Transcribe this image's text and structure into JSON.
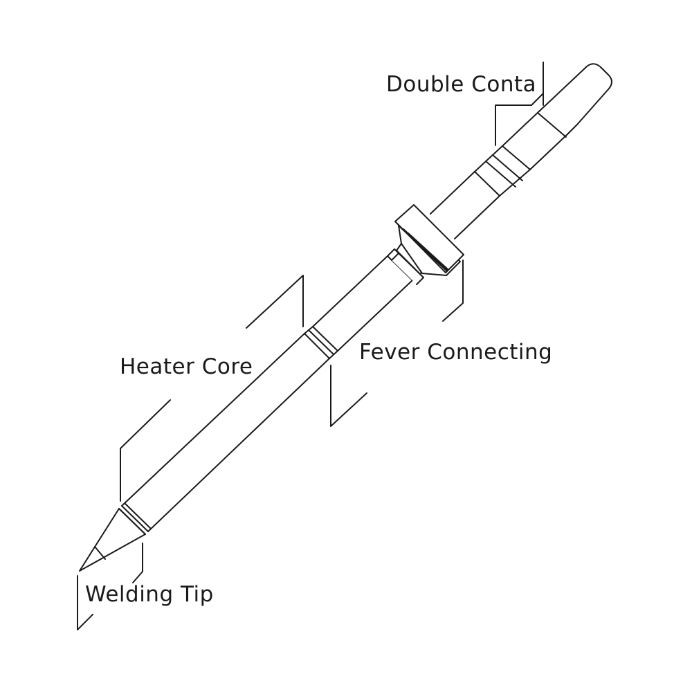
{
  "labels": {
    "double_contact": "Double Conta",
    "fever_connecting": "Fever Connecting",
    "heater_core": "Heater Core",
    "welding_tip": "Welding Tip"
  },
  "colors": {
    "line": "#1a1a1a",
    "background": "#ffffff"
  }
}
